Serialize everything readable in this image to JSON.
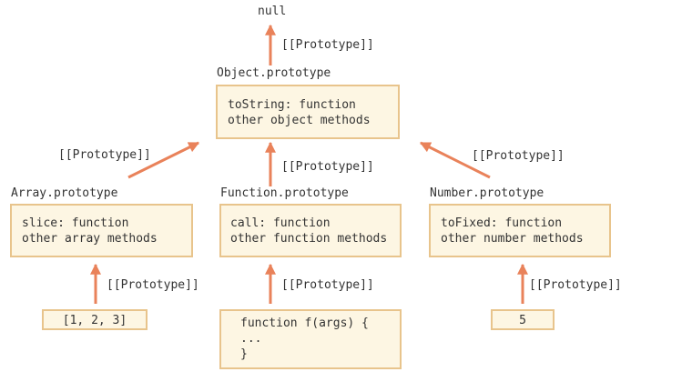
{
  "root": {
    "label": "null"
  },
  "object_proto": {
    "title": "Object.prototype",
    "lines": [
      "toString: function",
      "other object methods"
    ]
  },
  "array_proto": {
    "title": "Array.prototype",
    "lines": [
      "slice: function",
      "other array methods"
    ]
  },
  "function_proto": {
    "title": "Function.prototype",
    "lines": [
      "call: function",
      "other function methods"
    ]
  },
  "number_proto": {
    "title": "Number.prototype",
    "lines": [
      "toFixed: function",
      "other number methods"
    ]
  },
  "instances": {
    "array": "[1, 2, 3]",
    "function_lines": [
      "function f(args) {",
      "...",
      "}"
    ],
    "number": "5"
  },
  "edge_label": "[[Prototype]]",
  "colors": {
    "arrow": "#e9825a",
    "box_border": "#e8c48c",
    "box_fill": "#fdf6e3"
  }
}
